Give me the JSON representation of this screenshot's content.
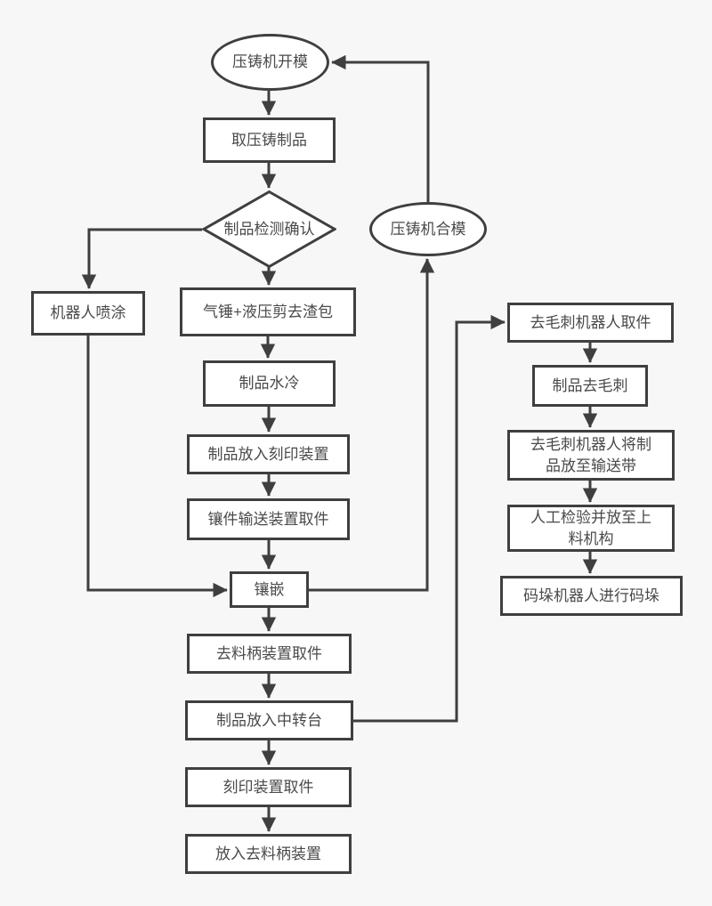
{
  "theme": {
    "bg": "#f7f7f7",
    "node_fill": "#ffffff",
    "line_color": "#3f3f3f",
    "text_color": "#4a4a4a"
  },
  "flowchart": {
    "nodes": {
      "open_mold": "压铸机开模",
      "take_product": "取压铸制品",
      "inspect": "制品检测确认",
      "robot_spray": "机器人喷涂",
      "trim_slag": "气锤+液压剪去渣包",
      "water_cool": "制品水冷",
      "place_marking": "制品放入刻印装置",
      "insert_conveyor_pick": "镶件输送装置取件",
      "inlay": "镶嵌",
      "degate_pick": "去料柄装置取件",
      "transfer_table": "制品放入中转台",
      "marking_pick": "刻印装置取件",
      "place_degate": "放入去料柄装置",
      "close_mold": "压铸机合模",
      "deburr_robot_pick": "去毛刺机器人取件",
      "deburr": "制品去毛刺",
      "deburr_to_belt": "去毛刺机器人将制\n品放至输送带",
      "manual_inspect": "人工检验并放至上\n料机构",
      "palletize": "码垛机器人进行码垛"
    }
  }
}
